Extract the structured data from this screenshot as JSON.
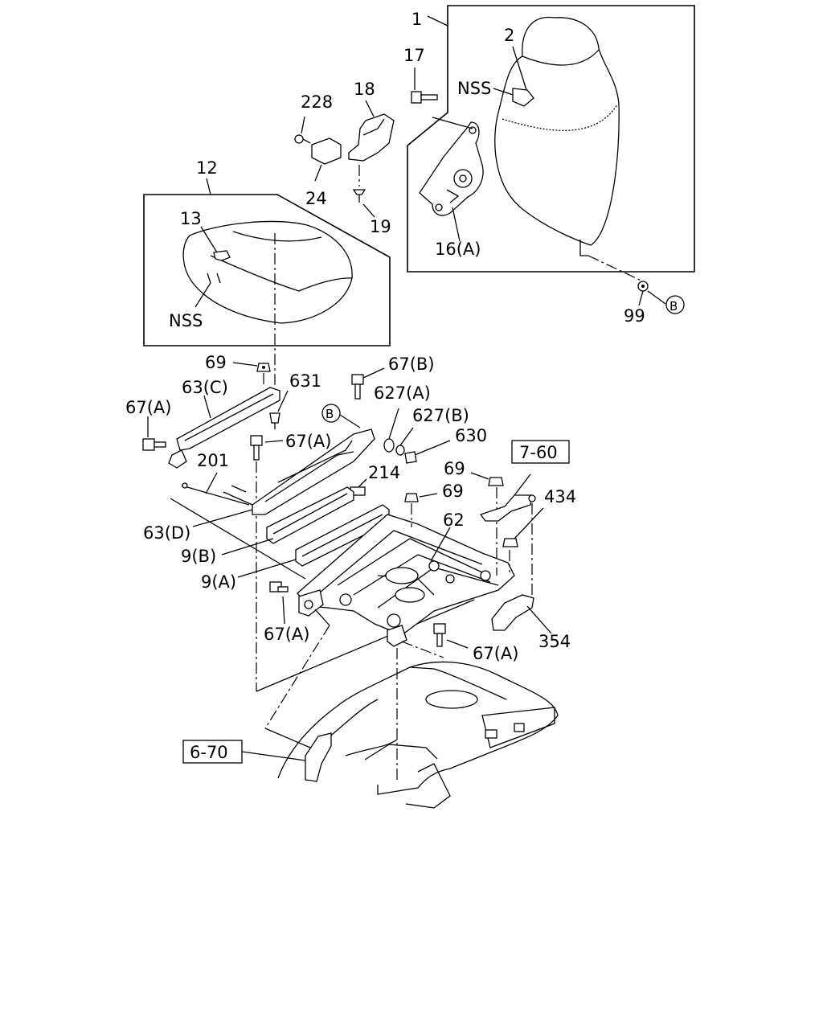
{
  "callouts": {
    "c1": "1",
    "c2": "2",
    "c_nss_back": "NSS",
    "c17": "17",
    "c228": "228",
    "c18": "18",
    "c24": "24",
    "c19": "19",
    "c16a": "16(A)",
    "c99": "99",
    "c_b_right": "B",
    "c12": "12",
    "c13": "13",
    "c_nss_cushion": "NSS",
    "c69_top": "69",
    "c63c": "63(C)",
    "c631": "631",
    "c67a_left": "67(A)",
    "c67b": "67(B)",
    "c627a": "627(A)",
    "c627b": "627(B)",
    "c630": "630",
    "c_b_mid": "B",
    "c67a_mid": "67(A)",
    "c201": "201",
    "c214": "214",
    "c63d": "63(D)",
    "c9b": "9(B)",
    "c9a": "9(A)",
    "c69_mid": "69",
    "c69_right": "69",
    "c62": "62",
    "c434": "434",
    "c67a_low": "67(A)",
    "c67a_bottom": "67(A)",
    "c354": "354"
  },
  "refs": {
    "r760": "7-60",
    "r670": "6-70"
  }
}
